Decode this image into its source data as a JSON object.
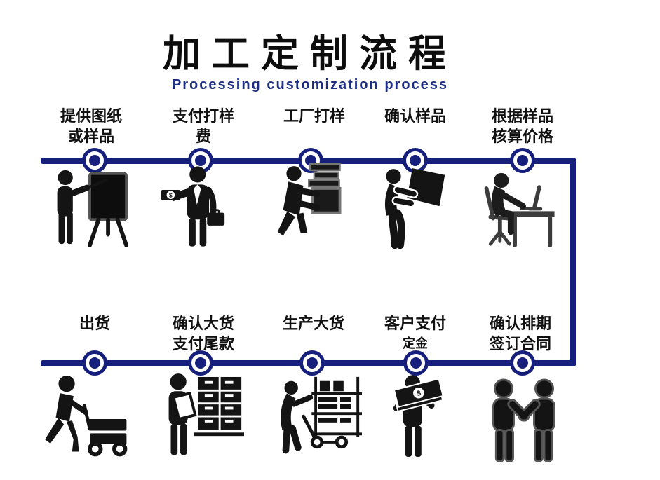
{
  "header": {
    "title": "加工定制流程",
    "subtitle": "Processing customization process"
  },
  "colors": {
    "accent": "#16207c",
    "subtitle_text": "#1c2f82",
    "icon_ink": "#141414"
  },
  "rows": [
    {
      "steps": [
        {
          "lines": [
            "提供图纸",
            "或样品"
          ],
          "icon": "presenter-board-icon"
        },
        {
          "lines": [
            "支付打样",
            "费"
          ],
          "icon": "pay-money-icon"
        },
        {
          "lines": [
            "工厂打样"
          ],
          "icon": "carry-boxes-icon"
        },
        {
          "lines": [
            "确认样品"
          ],
          "icon": "hold-box-icon"
        },
        {
          "lines": [
            "根据样品",
            "核算价格"
          ],
          "icon": "computer-desk-icon"
        }
      ]
    },
    {
      "steps": [
        {
          "lines": [
            "出货"
          ],
          "icon": "push-cart-icon"
        },
        {
          "lines": [
            "确认大货",
            "支付尾款"
          ],
          "icon": "clipboard-drawers-icon"
        },
        {
          "lines": [
            "生产大货"
          ],
          "icon": "trolley-shelves-icon"
        },
        {
          "lines": [
            "客户支付",
            "定金"
          ],
          "icon": "hold-banknotes-icon"
        },
        {
          "lines": [
            "确认排期",
            "签订合同"
          ],
          "icon": "handshake-icon"
        }
      ]
    }
  ]
}
